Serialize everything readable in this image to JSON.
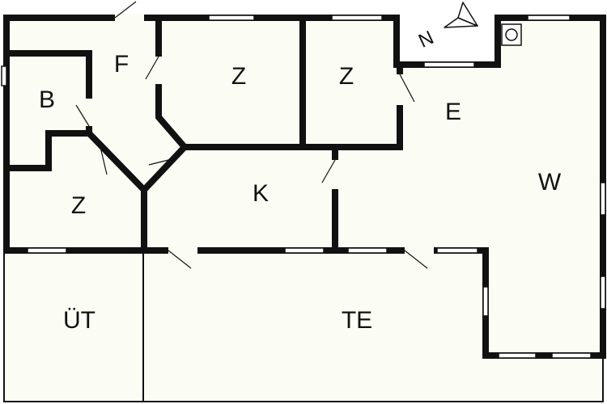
{
  "colors": {
    "floor": "#fbfdf5",
    "wall": "#111111",
    "background": "#ffffff"
  },
  "rooms": {
    "f": "F",
    "b": "B",
    "z1": "Z",
    "z2": "Z",
    "z3": "Z",
    "e": "E",
    "w": "W",
    "k": "K",
    "ut": "ÜT",
    "te": "TE"
  },
  "compass": {
    "letter": "N",
    "icon": "north-arrow-icon"
  },
  "fixtures": {
    "stove_icon": "stove-icon"
  }
}
